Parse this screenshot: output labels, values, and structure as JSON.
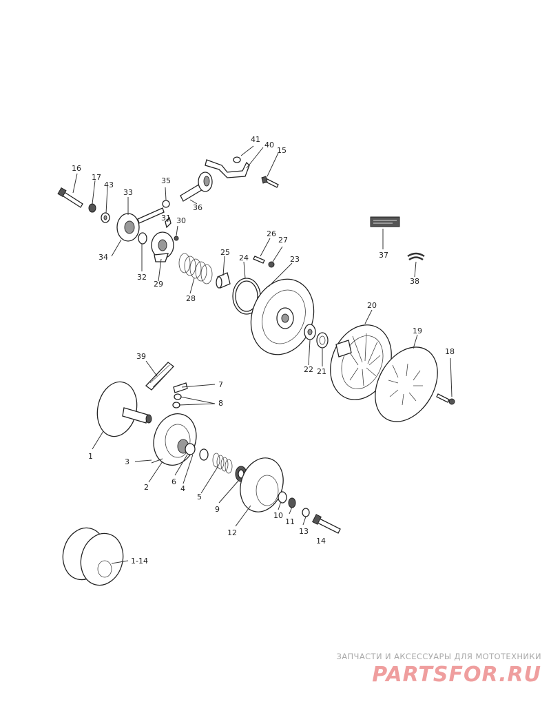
{
  "callouts": {
    "c1": "1",
    "c1_14": "1-14",
    "c2": "2",
    "c3": "3",
    "c4": "4",
    "c5": "5",
    "c6": "6",
    "c7": "7",
    "c8": "8",
    "c9": "9",
    "c10": "10",
    "c11": "11",
    "c12": "12",
    "c13": "13",
    "c14": "14",
    "c15": "15",
    "c16": "16",
    "c17": "17",
    "c18": "18",
    "c19": "19",
    "c20": "20",
    "c21": "21",
    "c22": "22",
    "c23": "23",
    "c24": "24",
    "c25": "25",
    "c26": "26",
    "c27": "27",
    "c28": "28",
    "c29": "29",
    "c30": "30",
    "c31": "31",
    "c32": "32",
    "c33": "33",
    "c34": "34",
    "c35": "35",
    "c36": "36",
    "c37": "37",
    "c38": "38",
    "c39": "39",
    "c40": "40",
    "c41": "41",
    "c43": "43"
  },
  "watermark": {
    "tagline": "ЗАПЧАСТИ И АКСЕССУАРЫ ДЛЯ МОТОТЕХНИКИ",
    "brand": "PARTSFOR.RU"
  },
  "colors": {
    "ink": "#222222",
    "watermark_red": "#e2504f",
    "watermark_grey": "#a9a9a9"
  }
}
